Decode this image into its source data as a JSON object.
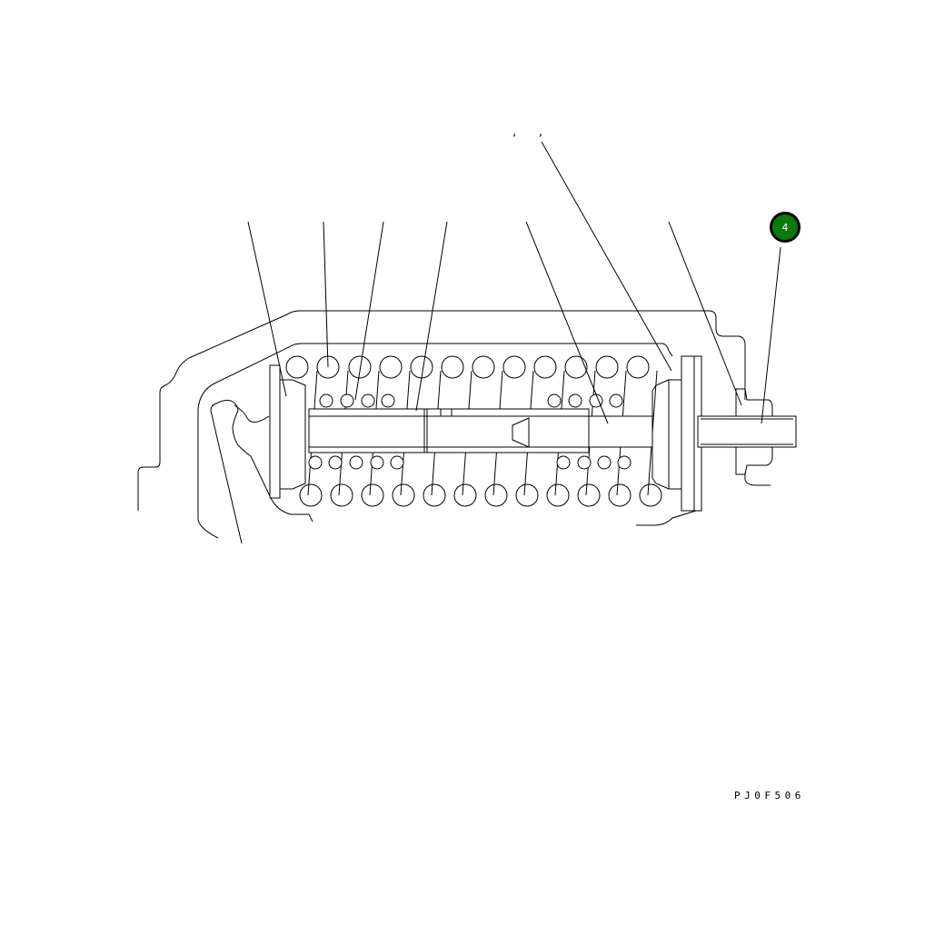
{
  "diagram": {
    "type": "exploded parts cross-section",
    "subject": "valve spool with inner and outer springs, retainer, adjusting screw",
    "callouts": [
      {
        "number": "4",
        "color": "#0a7a0a",
        "highlighted": true
      }
    ],
    "separators": [
      ",",
      ","
    ],
    "drawing_code": "PJ0F506"
  }
}
